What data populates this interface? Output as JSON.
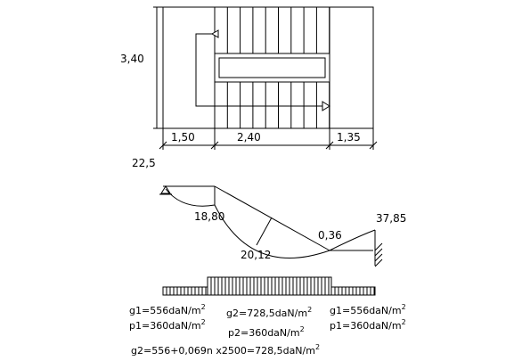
{
  "plan": {
    "height_dim": "3,40",
    "dims": [
      "1,50",
      "2,40",
      "1,35"
    ]
  },
  "moment": {
    "left_label": "22,5",
    "labels": [
      "18,80",
      "20,12",
      "0,36",
      "37,85"
    ]
  },
  "loads": {
    "left_g1": "g1=556daN/m",
    "left_p1": "p1=360daN/m",
    "mid_g2": "g2=728,5daN/m",
    "mid_p2": "p2=360daN/m",
    "right_g1": "g1=556daN/m",
    "right_p1": "p1=360daN/m",
    "formula": "g2=556+0,069n x2500=728,5daN/m",
    "exp": "2"
  }
}
